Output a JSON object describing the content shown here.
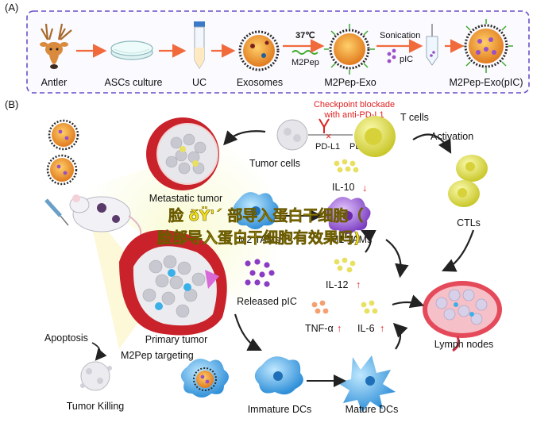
{
  "panel_a": {
    "label": "(A)",
    "steps": [
      "Antler",
      "ASCs culture",
      "UC",
      "Exosomes",
      "M2Pep-Exo",
      "M2Pep-Exo(pIC)"
    ],
    "temp": "37℃",
    "m2pep": "M2Pep",
    "sonication": "Sonication",
    "pic": "pIC"
  },
  "panel_b": {
    "label": "(B)",
    "checkpoint_line1": "Checkpoint blockade",
    "checkpoint_line2": "with anti-PD-L1",
    "t_cells": "T cells",
    "pd_l1": "PD-L1",
    "pd_1": "PD-1",
    "activation": "Activation",
    "tumor_cells": "Tumor cells",
    "metastatic_tumor": "Metastatic tumor",
    "il10": "IL-10",
    "ctls": "CTLs",
    "m2_tams": "M2 TAMs",
    "m1_tams": "M1 TAMs",
    "il12": "IL-12",
    "released_pic": "Released pIC",
    "primary_tumor": "Primary tumor",
    "apoptosis": "Apoptosis",
    "m2pep_targeting": "M2Pep targeting",
    "tnf": "TNF-α",
    "il6": "IL-6",
    "lymph_nodes": "Lymph nodes",
    "tumor_killing": "Tumor Killing",
    "immature_dcs": "Immature DCs",
    "mature_dcs": "Mature DCs",
    "down_arrow": "↓",
    "up_arrow": "↑"
  },
  "watermark": {
    "line1": "脸 ðŸ'´ 部导入蛋白干细胞（",
    "line2": "脸部导入蛋白干细胞有效果吗)"
  },
  "colors": {
    "frame_dash": "#6b4fc8",
    "flow_arrow": "#f06a3c",
    "exo_orange": "#f0902c",
    "tumor_red": "#d8282a",
    "dc_blue": "#3bb0e8",
    "t_cell_yellow": "#e8e060",
    "pic_purple": "#9a4fc9",
    "watermark": "#f4e21a"
  }
}
